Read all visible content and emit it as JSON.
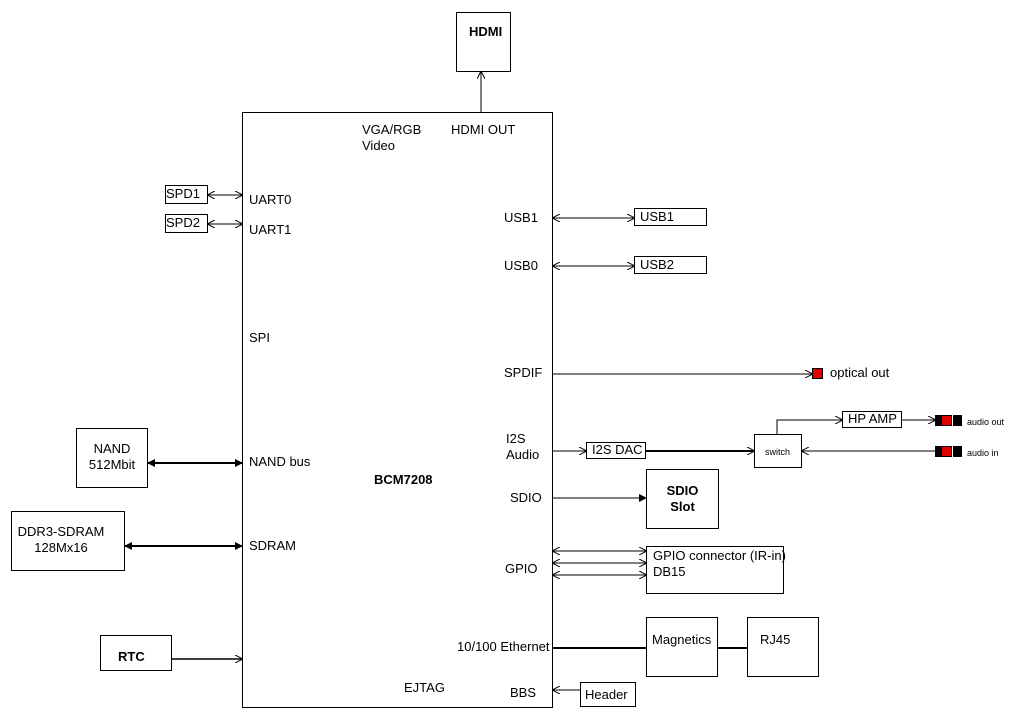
{
  "chip": {
    "name": "BCM7208",
    "ports": {
      "vga": "VGA/RGB\nVideo",
      "hdmi_out": "HDMI OUT",
      "uart0": "UART0",
      "uart1": "UART1",
      "spi": "SPI",
      "nand_bus": "NAND bus",
      "sdram": "SDRAM",
      "usb1": "USB1",
      "usb0": "USB0",
      "spdif": "SPDIF",
      "i2s": "I2S\nAudio",
      "sdio": "SDIO",
      "gpio": "GPIO",
      "ethernet": "10/100 Ethernet",
      "ejtag": "EJTAG",
      "bbs": "BBS"
    }
  },
  "blocks": {
    "hdmi": "HDMI",
    "spd1": "SPD1",
    "spd2": "SPD2",
    "nand": "NAND\n512Mbit",
    "ddr3": "DDR3-SDRAM\n128Mx16",
    "rtc": "RTC",
    "usb1": "USB1",
    "usb2": "USB2",
    "i2s_dac": "I2S DAC",
    "switch": "switch",
    "hp_amp": "HP AMP",
    "sdio_slot": "SDIO\nSlot",
    "gpio_conn": "GPIO connector (IR-in)\nDB15",
    "magnetics": "Magnetics",
    "rj45": "RJ45",
    "header": "Header"
  },
  "connectors": {
    "optical_out": "optical out",
    "audio_out": "audio out",
    "audio_in": "audio in"
  }
}
